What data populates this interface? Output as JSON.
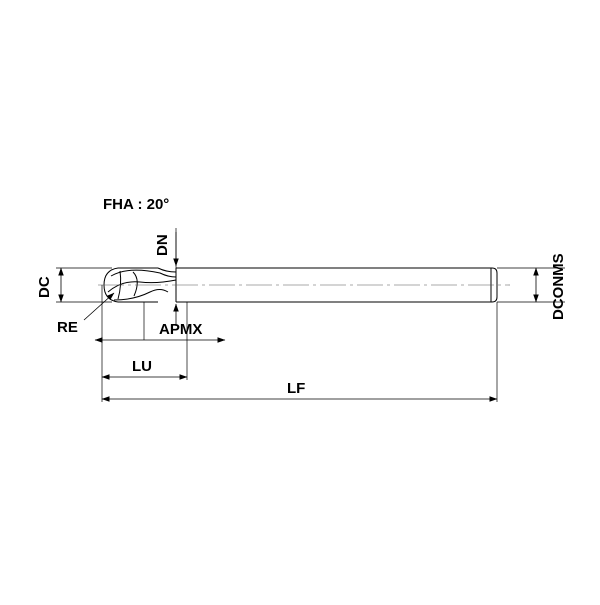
{
  "drawing": {
    "fha_label": "FHA : 20°",
    "dims": {
      "dc": "DC",
      "dn": "DN",
      "re": "RE",
      "apmx": "APMX",
      "lu": "LU",
      "lf": "LF",
      "dconms": "DCONMS"
    }
  },
  "colors": {
    "line": "#000000",
    "centerline": "#555555",
    "background": "#ffffff"
  }
}
